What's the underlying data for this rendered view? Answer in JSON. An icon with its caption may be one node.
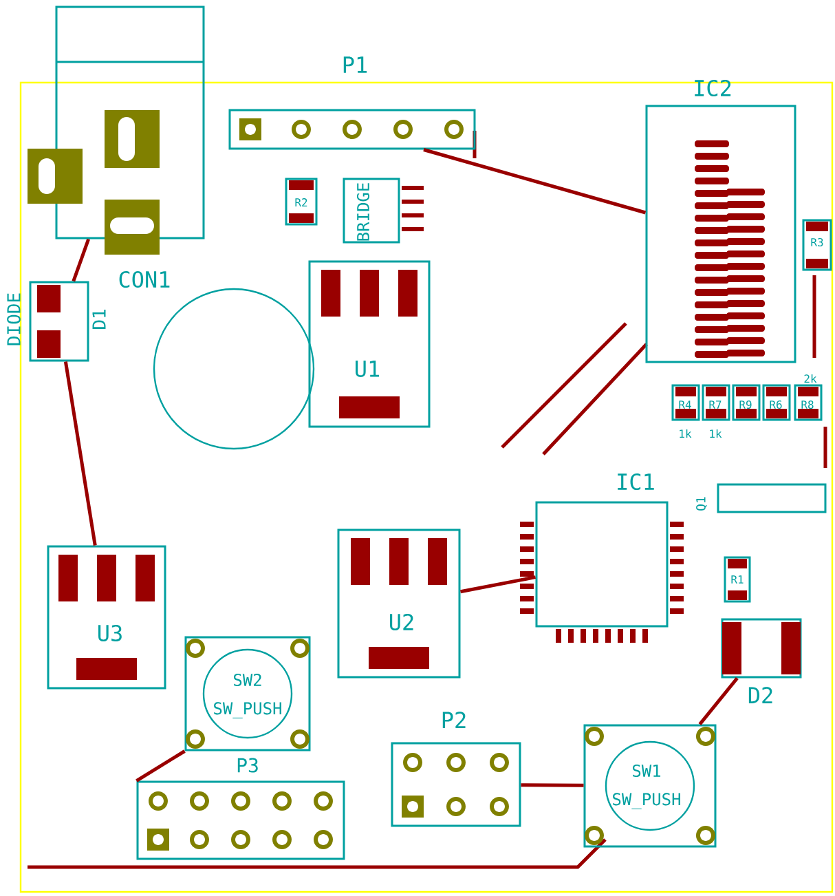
{
  "diagram": {
    "nodes": [
      {
        "text": [
          "CON1"
        ]
      },
      {
        "text": [
          "D1"
        ],
        "beside": [
          "DIODE"
        ]
      },
      {
        "text": [
          "P1"
        ]
      },
      {
        "text": [
          "R2"
        ]
      },
      {
        "text": [
          "BRIDGE"
        ]
      },
      {
        "text": [
          "U1"
        ]
      },
      {
        "text": [
          "IC2"
        ]
      },
      {
        "text": [
          "R3"
        ]
      },
      {
        "text": [
          "R4"
        ],
        "beside": [
          "1k"
        ]
      },
      {
        "text": [
          "R7"
        ],
        "beside": [
          "1k"
        ]
      },
      {
        "text": [
          "R9"
        ]
      },
      {
        "text": [
          "R6"
        ]
      },
      {
        "text": [
          "R8"
        ],
        "beside": [
          "2k"
        ]
      },
      {
        "text": [
          "IC1"
        ]
      },
      {
        "text": [
          "Q1"
        ]
      },
      {
        "text": [
          "R1"
        ]
      },
      {
        "text": [
          "D2"
        ]
      },
      {
        "text": [
          "U3"
        ]
      },
      {
        "text": [
          "U2"
        ]
      },
      {
        "text": [
          "SW2",
          "SW_PUSH"
        ]
      },
      {
        "text": [
          "P3"
        ]
      },
      {
        "text": [
          "P2"
        ]
      },
      {
        "text": [
          "SW1",
          "SW_PUSH"
        ]
      },
      {
        "text": [],
        "shape": "circle"
      }
    ],
    "edges": [
      {
        "from": 0,
        "to": 1,
        "arrow": "none"
      },
      {
        "from": 1,
        "to": 17,
        "arrow": "none"
      },
      {
        "from": 19,
        "to": 20,
        "arrow": "none"
      },
      {
        "from": 22,
        "to": 16,
        "arrow": "none"
      },
      {
        "from": 2,
        "to": 6,
        "arrow": "none"
      },
      {
        "from": 18,
        "to": 13,
        "arrow": "none"
      },
      {
        "from": 21,
        "to": 22,
        "arrow": "none"
      }
    ]
  }
}
